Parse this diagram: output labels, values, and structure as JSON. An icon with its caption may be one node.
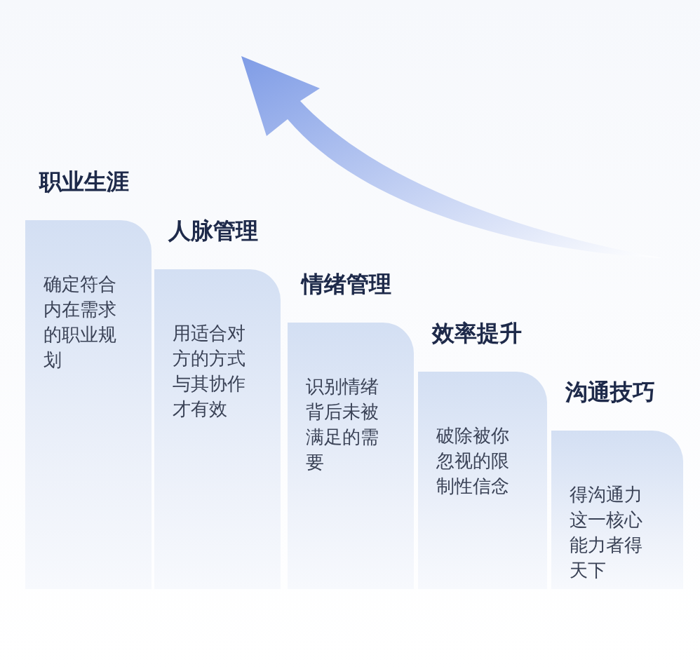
{
  "diagram": {
    "nodes": [
      {
        "text": [
          "职业生涯",
          "确定符合内在需求的职业规划"
        ]
      },
      {
        "text": [
          "人脉管理",
          "用适合对方的方式与其协作才有效"
        ]
      },
      {
        "text": [
          "情绪管理",
          "识别情绪背后未被满足的需要"
        ]
      },
      {
        "text": [
          "效率提升",
          "破除被你忽视的限制性信念"
        ]
      },
      {
        "text": [
          "沟通技巧",
          "得沟通力这一核心能力者得天下"
        ]
      }
    ]
  }
}
